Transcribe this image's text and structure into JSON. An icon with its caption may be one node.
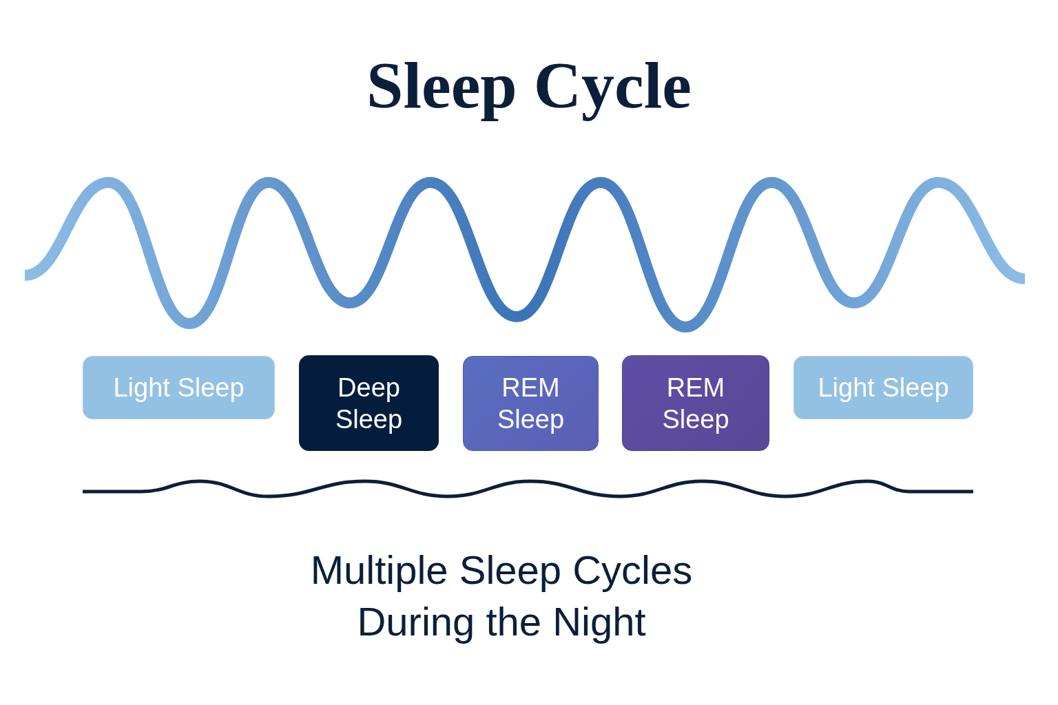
{
  "diagram": {
    "title": "Sleep Cycle",
    "nodes": [
      {
        "text": [
          "Light Sleep"
        ]
      },
      {
        "text": [
          "Deep Sleep"
        ]
      },
      {
        "text": [
          "REM Sleep"
        ]
      },
      {
        "text": [
          "REM Sleep"
        ]
      },
      {
        "text": [
          "Light Sleep"
        ]
      }
    ],
    "caption": "Multiple Sleep Cycles During the Night"
  }
}
